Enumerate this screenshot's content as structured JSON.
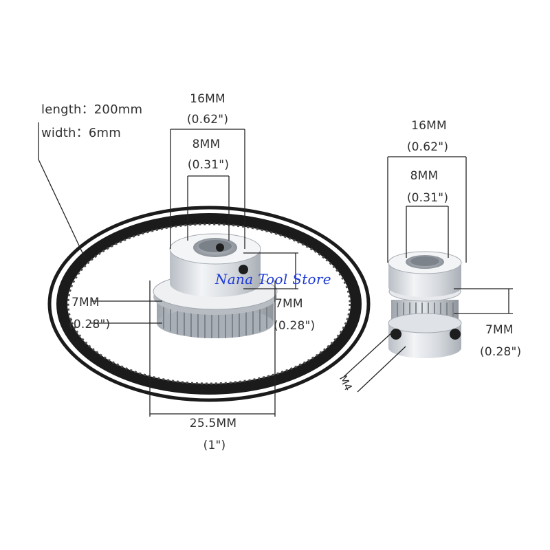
{
  "specs": {
    "length": "length：200mm",
    "width": "width：6mm"
  },
  "large_pulley": {
    "outer_dia": "16MM",
    "outer_dia_in": "(0.62\")",
    "bore": "8MM",
    "bore_in": "(0.31\")",
    "left_height": "7MM",
    "left_height_in": "(0.28\")",
    "right_height": "7MM",
    "right_height_in": "(0.28\")",
    "tooth_dia": "25.5MM",
    "tooth_dia_in": "(1\")"
  },
  "small_pulley": {
    "outer_dia": "16MM",
    "outer_dia_in": "(0.62\")",
    "bore": "8MM",
    "bore_in": "(0.31\")",
    "height": "7MM",
    "height_in": "(0.28\")",
    "screw": "M4"
  },
  "watermark": {
    "text": "Nana Tool Store",
    "color": "#1f3bd6"
  },
  "colors": {
    "belt": "#1b1b1b",
    "aluminum": "#d9dde2",
    "dimension_line": "#222222"
  }
}
